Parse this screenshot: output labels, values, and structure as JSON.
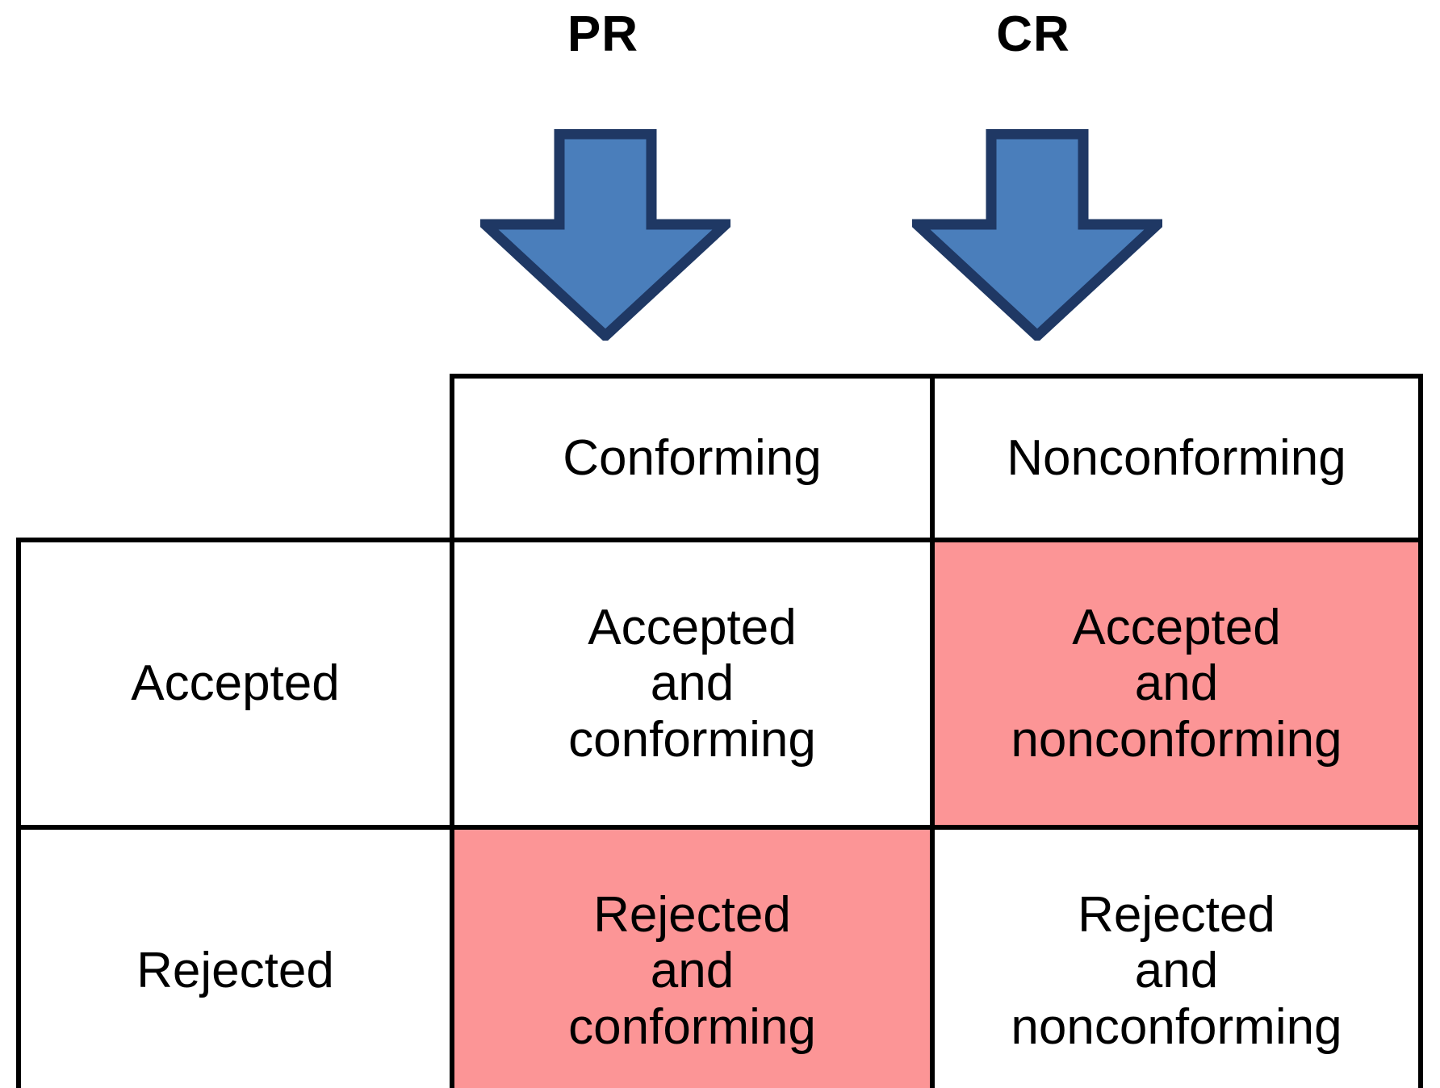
{
  "diagram": {
    "title_keys": {
      "pr": "PR",
      "cr": "CR"
    },
    "arrows": [
      {
        "name": "pr-arrow",
        "points_to": "Conforming",
        "fill": "#4a7ebb",
        "stroke": "#1f3864"
      },
      {
        "name": "cr-arrow",
        "points_to": "Nonconforming",
        "fill": "#4a7ebb",
        "stroke": "#1f3864"
      }
    ],
    "colors": {
      "arrow_fill": "#4a7ebb",
      "arrow_stroke": "#1f3864",
      "highlight_cell": "#fc9596",
      "border": "#000000",
      "text": "#000000",
      "background": "#ffffff"
    },
    "table": {
      "corner_label": "",
      "column_headers": [
        "Conforming",
        "Nonconforming"
      ],
      "row_headers": [
        "Accepted",
        "Rejected"
      ],
      "rows": [
        {
          "header": "Accepted",
          "cells": [
            {
              "text": "Accepted\nand\nconforming",
              "lines": [
                "Accepted",
                "and",
                "conforming"
              ],
              "highlighted": false
            },
            {
              "text": "Accepted\nand\nnonconforming",
              "lines": [
                "Accepted",
                "and",
                "nonconforming"
              ],
              "highlighted": true
            }
          ]
        },
        {
          "header": "Rejected",
          "cells": [
            {
              "text": "Rejected\nand\nconforming",
              "lines": [
                "Rejected",
                "and",
                "conforming"
              ],
              "highlighted": true
            },
            {
              "text": "Rejected\nand\nnonconforming",
              "lines": [
                "Rejected",
                "and",
                "nonconforming"
              ],
              "highlighted": false
            }
          ]
        }
      ]
    }
  }
}
